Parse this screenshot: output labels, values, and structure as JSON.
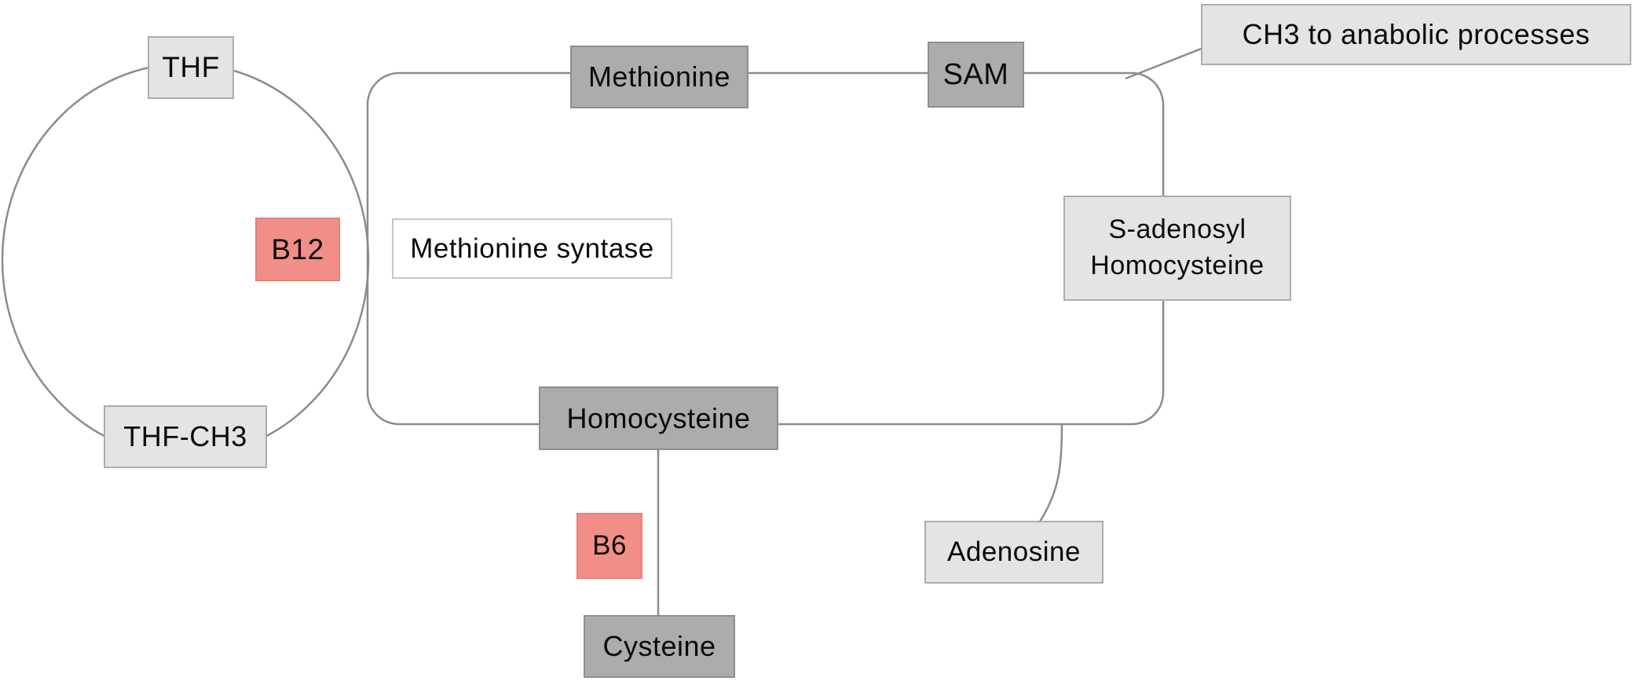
{
  "diagram": {
    "nodes": {
      "thf": {
        "label": "THF"
      },
      "thf_ch3": {
        "label": "THF-CH3"
      },
      "b12": {
        "label": "B12"
      },
      "methionine_syntase": {
        "label": "Methionine syntase"
      },
      "methionine": {
        "label": "Methionine"
      },
      "sam": {
        "label": "SAM"
      },
      "ch3_anabolic": {
        "label": "CH3 to anabolic processes"
      },
      "s_adenosyl_homocysteine": {
        "line1": "S-adenosyl",
        "line2": "Homocysteine"
      },
      "homocysteine": {
        "label": "Homocysteine"
      },
      "b6": {
        "label": "B6"
      },
      "cysteine": {
        "label": "Cysteine"
      },
      "adenosine": {
        "label": "Adenosine"
      }
    },
    "colors": {
      "metabolite_box_fill": "#acacac",
      "metabolite_box_border": "#8e8e8e",
      "light_box_fill": "#e4e4e4",
      "light_box_border": "#adadad",
      "enzyme_box_fill": "#ffffff",
      "enzyme_box_border": "#c6c6c6",
      "vitamin_box_fill": "#f18e88",
      "vitamin_box_border": "#e97f78",
      "connector_line": "#8c8c8c",
      "text": "#0b0b0b",
      "background": "#ffffff"
    }
  }
}
